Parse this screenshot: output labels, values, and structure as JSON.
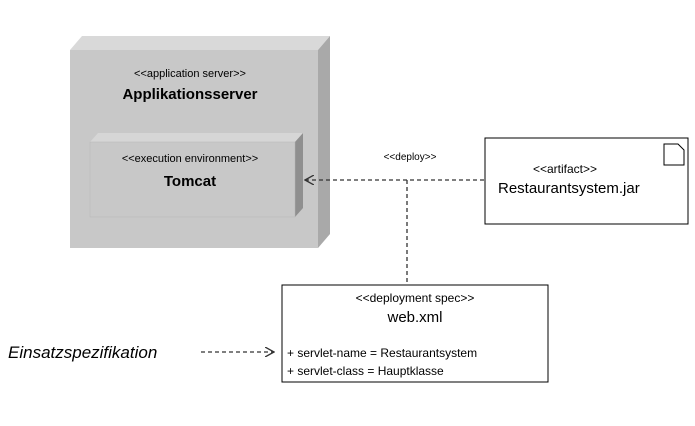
{
  "application_server": {
    "stereotype": "<<application server>>",
    "name": "Applikationsserver"
  },
  "execution_environment": {
    "stereotype": "<<execution environment>>",
    "name": "Tomcat"
  },
  "deploy_relation": {
    "label": "<<deploy>>"
  },
  "artifact": {
    "stereotype": "<<artifact>>",
    "name": "Restaurantsystem.jar"
  },
  "deployment_spec": {
    "stereotype": "<<deployment spec>>",
    "name": "web.xml",
    "properties": [
      "+ servlet-name = Restaurantsystem",
      "+ servlet-class = Hauptklasse"
    ]
  },
  "annotation": {
    "label": "Einsatzspezifikation"
  },
  "colors": {
    "node_face": "#c8c8c8",
    "node_side": "#a9a9a9",
    "node_top": "#d9d9d9",
    "inner_face": "#c8c8c8",
    "inner_side": "#8f8f8f",
    "line": "#333333"
  }
}
